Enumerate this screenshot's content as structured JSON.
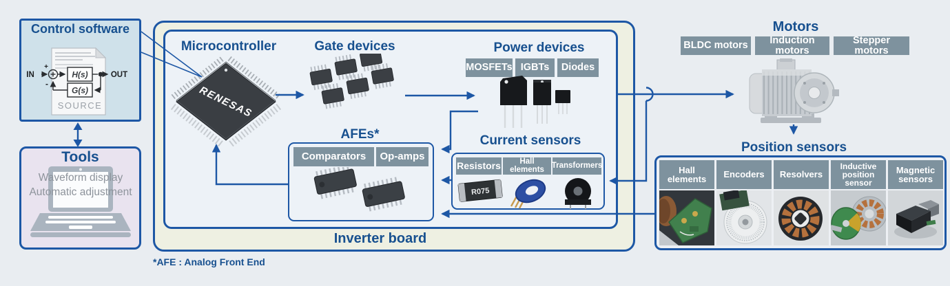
{
  "colors": {
    "accent_blue": "#1d57a5",
    "title_blue": "#17508f",
    "label_gray": "#7e929e",
    "page_bg": "#e9edf1",
    "board_bg": "#eef0e2",
    "inner_bg": "#edf2f7",
    "control_bg": "#cfe1ea",
    "tools_bg": "#e9e3ef"
  },
  "control_software": {
    "title": "Control software",
    "in_label": "IN",
    "out_label": "OUT",
    "h_block": "H(s)",
    "g_block": "G(s)",
    "source_label": "SOURCE",
    "plus": "+",
    "minus": "-"
  },
  "tools": {
    "title": "Tools",
    "line1": "Waveform display",
    "line2": "Automatic adjustment"
  },
  "inverter_board": {
    "label": "Inverter board",
    "footnote": "*AFE : Analog Front End",
    "microcontroller": {
      "title": "Microcontroller",
      "chip_logo": "RENESAS"
    },
    "gate_devices": {
      "title": "Gate devices"
    },
    "afes": {
      "title": "AFEs*",
      "types": [
        "Comparators",
        "Op-amps"
      ]
    },
    "power_devices": {
      "title": "Power devices",
      "types": [
        "MOSFETs",
        "IGBTs",
        "Diodes"
      ]
    },
    "current_sensors": {
      "title": "Current sensors",
      "types": [
        "Resistors",
        "Hall elements",
        "Transformers"
      ],
      "resistor_marking": "R075"
    }
  },
  "motors": {
    "title": "Motors",
    "types": [
      "BLDC motors",
      "Induction motors",
      "Stepper motors"
    ]
  },
  "position_sensors": {
    "title": "Position sensors",
    "types": [
      "Hall elements",
      "Encoders",
      "Resolvers",
      "Inductive position sensor",
      "Magnetic sensors"
    ]
  }
}
